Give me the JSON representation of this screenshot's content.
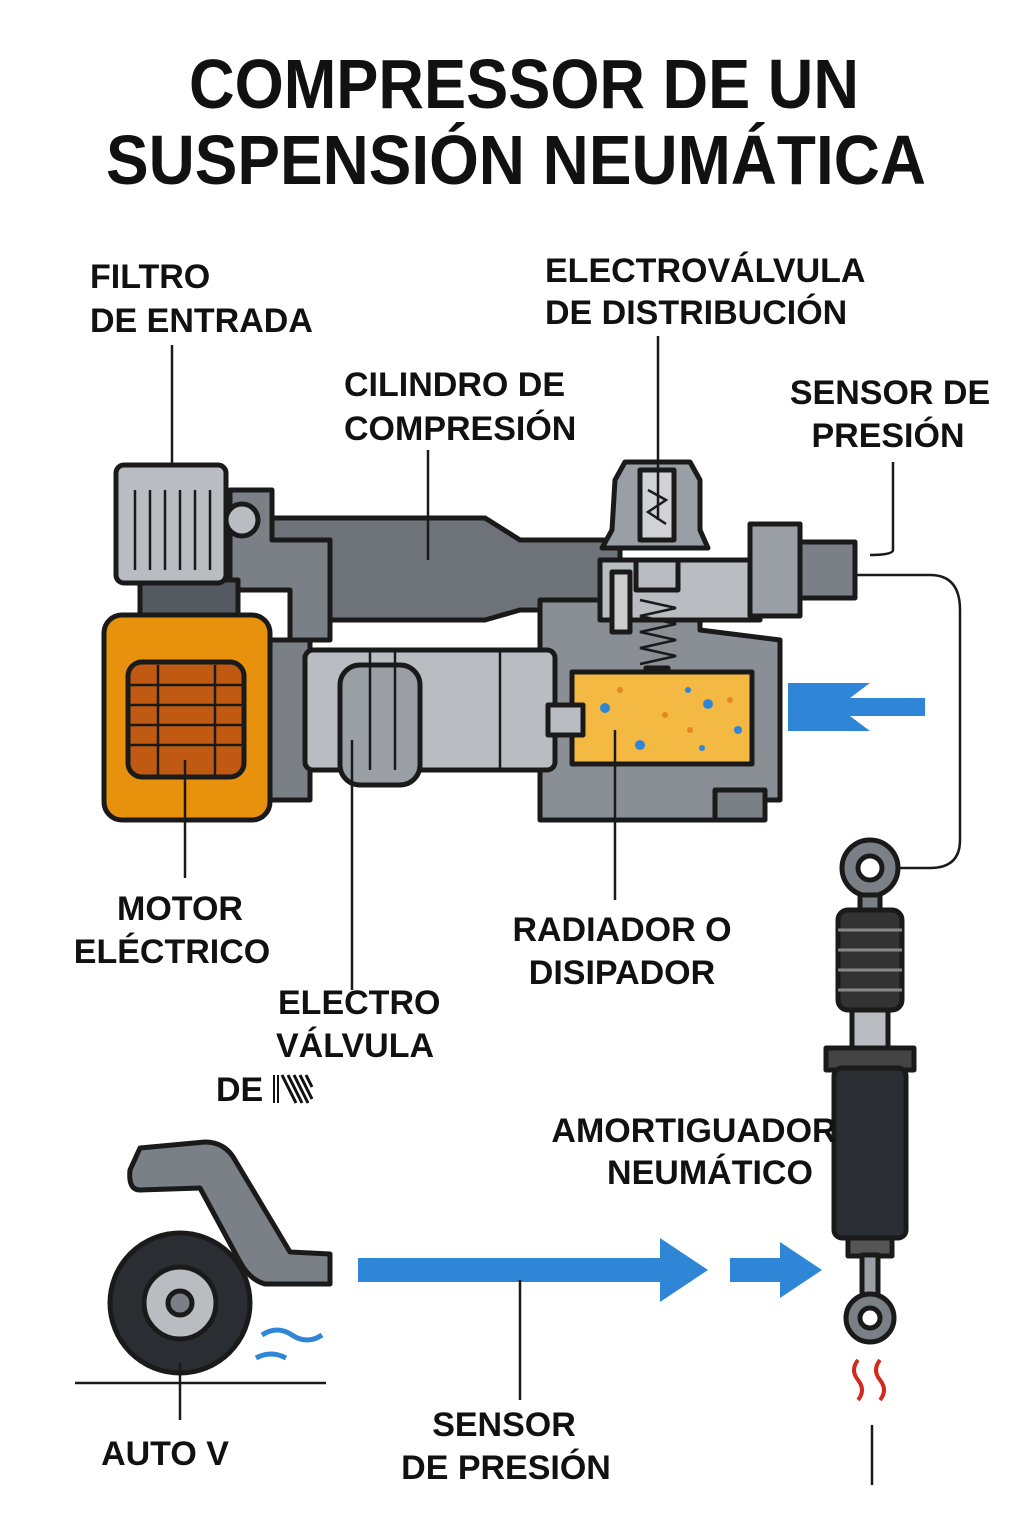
{
  "title": {
    "line1": "COMPRESSOR DE UN",
    "line2": "SUSPENSIÓN NEUMÁTICA"
  },
  "labels": {
    "filtro": [
      "FILTRO",
      "DE ENTRADA"
    ],
    "electrovalvula_dist": [
      "ELECTROVÁLVULA",
      "DE DISTRIBUCIÓN"
    ],
    "cilindro": [
      "CILINDRO DE",
      "COMPRESIÓN"
    ],
    "sensor_top": [
      "SENSOR DE",
      "PRESIÓN"
    ],
    "motor": [
      "MOTOR",
      "ELÉCTRICO"
    ],
    "radiador": [
      "RADIADOR O",
      "DISIPADOR"
    ],
    "electro": [
      "ELECTRO",
      "VÁLVULA",
      "DE"
    ],
    "amortiguador": [
      "AMORTIGUADOR",
      "NEUMÁTICO"
    ],
    "auto": "AUTO V",
    "sensor_bottom": [
      "SENSOR",
      "DE PRESIÓN"
    ]
  },
  "colors": {
    "motor": "#e8910c",
    "metal": "#7b7f86",
    "metal_light": "#b9bcc1",
    "radiator": "#f4b942",
    "arrow": "#2f86d6",
    "heat": "#d22a1e"
  }
}
